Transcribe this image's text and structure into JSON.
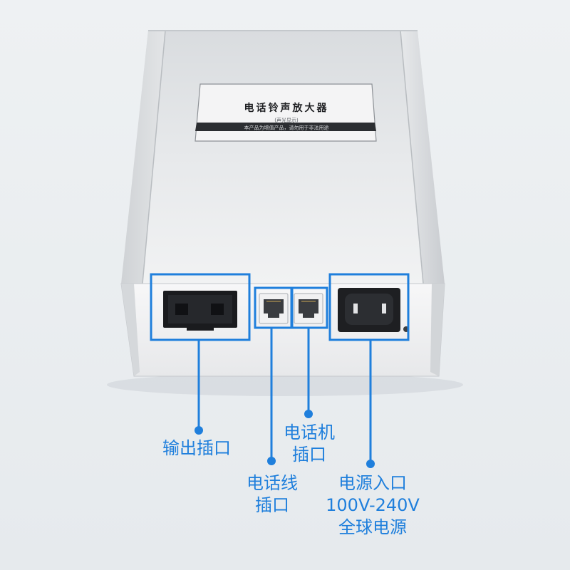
{
  "device": {
    "label_title": "电话铃声放大器",
    "label_subtitle": "(声光显示)",
    "label_strip": "本产品为增值产品，请勿用于非法用途"
  },
  "callouts": {
    "output_jack": {
      "line1": "输出插口"
    },
    "phone_jack": {
      "line1": "电话机",
      "line2": "插口"
    },
    "line_jack": {
      "line1": "电话线",
      "line2": "插口"
    },
    "power_inlet": {
      "line1": "电源入口",
      "line2": "100V-240V",
      "line3": "全球电源"
    }
  },
  "colors": {
    "accent": "#1f7fdc",
    "device_body": "#e7e8ea",
    "port_dark": "#1a1b1e"
  }
}
